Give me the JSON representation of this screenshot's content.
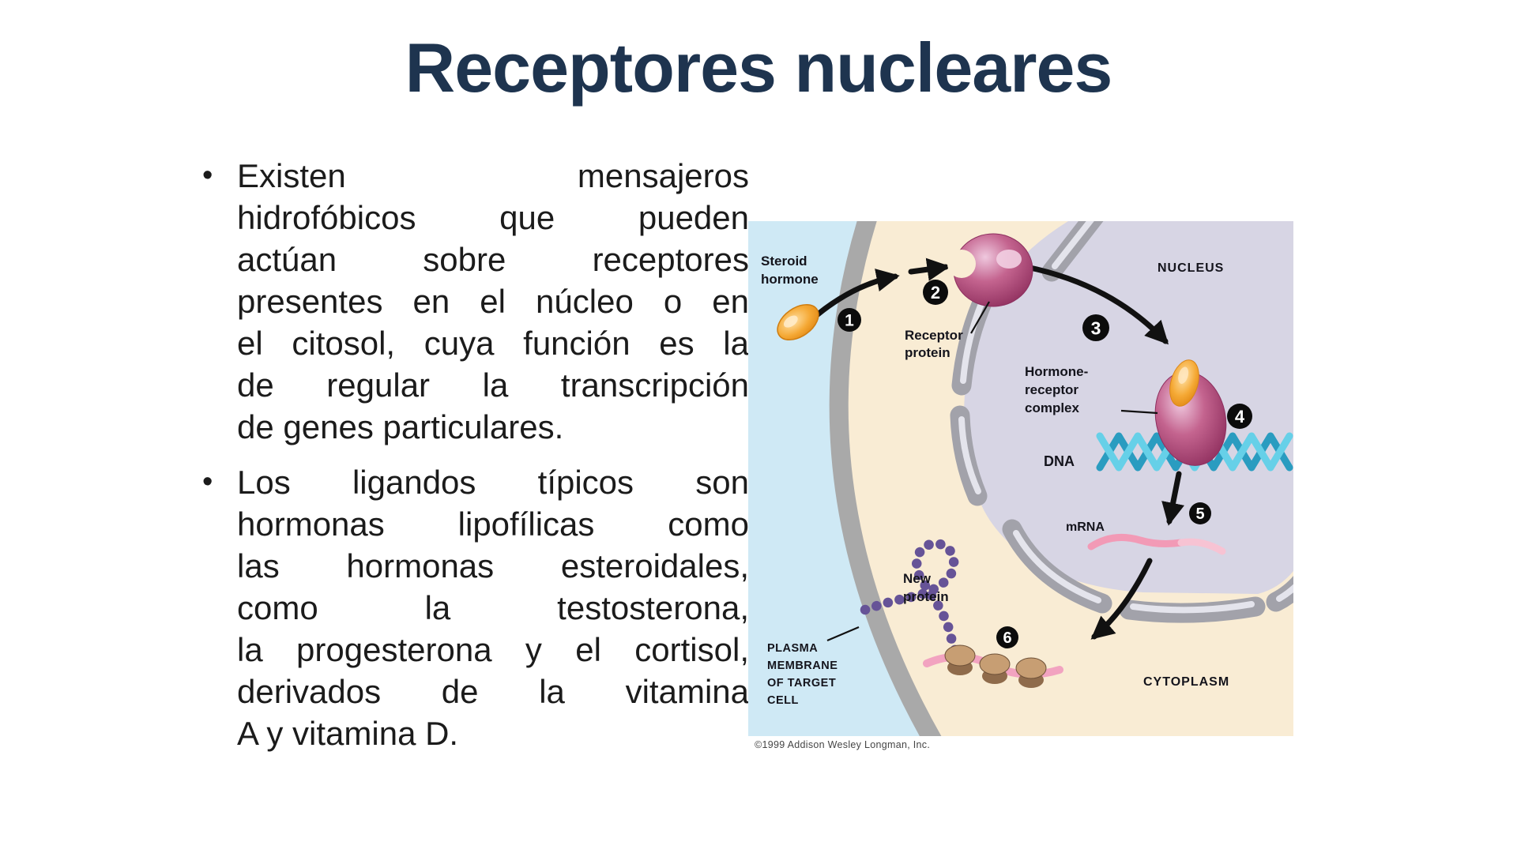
{
  "slide": {
    "title": "Receptores nucleares",
    "title_color": "#1e344f",
    "bullets": [
      {
        "lines": [
          "Existen mensajeros",
          "hidrofóbicos que pueden",
          "actúan sobre receptores",
          "presentes en el núcleo o en",
          "el citosol, cuya función es la",
          "de regular la transcripción",
          "de genes particulares."
        ]
      },
      {
        "lines": [
          "Los ligandos típicos son",
          "hormonas lipofílicas como",
          "las hormonas esteroidales,",
          "como la testosterona,",
          "la progesterona y el cortisol,",
          "derivados de la vitamina",
          "A y vitamina D."
        ]
      }
    ]
  },
  "diagram": {
    "labels": {
      "steroid_hormone": [
        "Steroid",
        "hormone"
      ],
      "receptor_protein": [
        "Receptor",
        "protein"
      ],
      "hormone_receptor_complex": [
        "Hormone-",
        "receptor",
        "complex"
      ],
      "dna": "DNA",
      "mrna": "mRNA",
      "new_protein": [
        "New",
        "protein"
      ],
      "plasma_membrane": [
        "PLASMA",
        "MEMBRANE",
        "OF TARGET",
        "CELL"
      ],
      "nucleus": "NUCLEUS",
      "cytoplasm": "CYTOPLASM"
    },
    "steps": [
      "1",
      "2",
      "3",
      "4",
      "5",
      "6"
    ],
    "credit": "©1999 Addison Wesley Longman, Inc.",
    "colors": {
      "extracellular_blue": "#cfe9f5",
      "cytoplasm_cream": "#f9ecd4",
      "nucleus_lavender": "#d7d5e4",
      "membrane_gray": "#a9a9a9",
      "envelope_gray": "#a2a2aa",
      "dna_dark": "#2a9cc0",
      "dna_light": "#66d0e8",
      "mrna_pink": "#f29ab6",
      "receptor_magenta": "#a03a72",
      "hormone_orange": "#f09a1e",
      "protein_purple": "#665397",
      "ribosome_tan": "#c79e73",
      "badge_black": "#0c0c0c"
    }
  }
}
